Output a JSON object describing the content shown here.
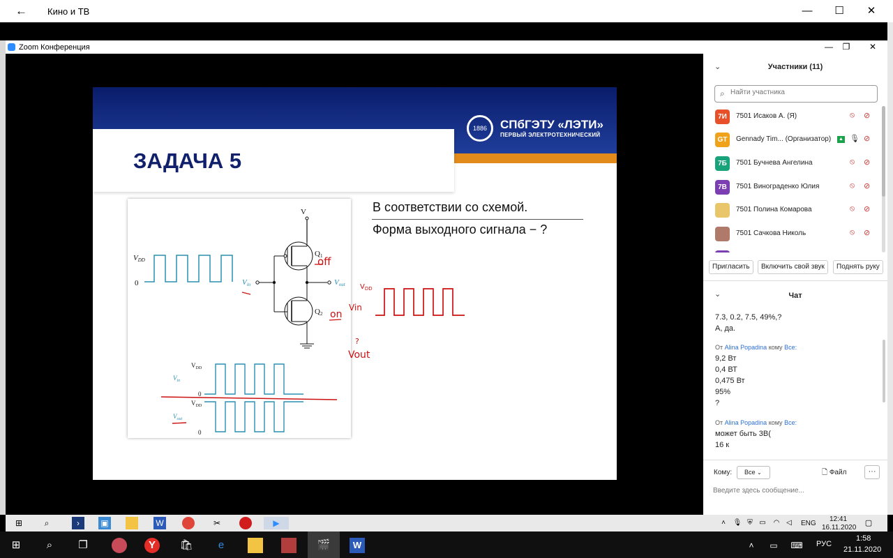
{
  "outer_window": {
    "back_icon": "back-arrow-icon",
    "title": "Кино и ТВ",
    "minimize": "—",
    "maximize": "☐",
    "close": "✕"
  },
  "zoom_window": {
    "title": "Zoom Конференция",
    "minimize": "—",
    "restore": "❐",
    "close": "✕"
  },
  "slide": {
    "title": "ЗАДАЧА 5",
    "logo_year": "1886",
    "logo_name": "СПбГЭТУ «ЛЭТИ»",
    "logo_sub": "ПЕРВЫЙ ЭЛЕКТРОТЕХНИЧЕСКИЙ",
    "task_line1": "В соответствии со схемой.",
    "task_line2": "Форма выходного сигнала − ?",
    "colors": {
      "band": "#1a2f85",
      "title": "#10206a",
      "accent": "#e28a1a",
      "signal": "#2a8fb3",
      "annotation": "#cc1111"
    },
    "circuit": {
      "vdd_top": "V",
      "vdd_sub": "DD",
      "vdd_left": "V",
      "vdd_left_sub": "DD",
      "zero_left": "0",
      "vin": "V",
      "vin_sub": "in",
      "vout": "V",
      "vout_sub": "out",
      "q1": "Q",
      "q1_sub": "1",
      "q2": "Q",
      "q2_sub": "2",
      "vdd_b1": "V",
      "vdd_b1_sub": "DD",
      "vin_b": "V",
      "vin_b_sub": "in",
      "zero_b1": "0",
      "vdd_b2": "V",
      "vdd_b2_sub": "DD",
      "vout_b": "V",
      "vout_b_sub": "out",
      "zero_b2": "0"
    },
    "handwriting": {
      "off": "off",
      "on": "on",
      "vdd_hw": "V",
      "vdd_hw_sub": "DD",
      "vin_hw": "Vin",
      "q_mark": "?",
      "vout_hw": "Vout"
    }
  },
  "participants": {
    "title": "Участники (11)",
    "search_placeholder": "Найти участника",
    "list": [
      {
        "initials": "7И",
        "color": "#e8502a",
        "name": "7501 Исаков А. (Я)"
      },
      {
        "initials": "GT",
        "color": "#f0a21b",
        "name": "Gennady Tim...  (Организатор)"
      },
      {
        "initials": "7Б",
        "color": "#19a37a",
        "name": "7501 Бучнева Ангелина"
      },
      {
        "initials": "7В",
        "color": "#7b3fb3",
        "name": "7501 Винограденко Юлия"
      },
      {
        "initials": "",
        "color": "#e9c66a",
        "name": "7501 Полина Комарова"
      },
      {
        "initials": "",
        "color": "#b07a6a",
        "name": "7501 Сачкова Николь"
      }
    ],
    "buttons": {
      "invite": "Пригласить",
      "unmute": "Включить свой звук",
      "raise_hand": "Поднять руку"
    }
  },
  "chat": {
    "title": "Чат",
    "lines": [
      {
        "kind": "text",
        "text": "7.3, 0.2, 7.5, 49%,?"
      },
      {
        "kind": "text",
        "text": "А, да."
      },
      {
        "kind": "meta",
        "from_label": "От",
        "sender": "Alina Popadina",
        "to_label": "кому",
        "target": "Все:"
      },
      {
        "kind": "text",
        "text": "9,2 Вт"
      },
      {
        "kind": "text",
        "text": "0,4 ВТ"
      },
      {
        "kind": "text",
        "text": "0,475 Вт"
      },
      {
        "kind": "text",
        "text": "95%"
      },
      {
        "kind": "text",
        "text": "?"
      },
      {
        "kind": "meta",
        "from_label": "От",
        "sender": "Alina Popadina",
        "to_label": "кому",
        "target": "Все:"
      },
      {
        "kind": "text",
        "text": "может быть 3В("
      },
      {
        "kind": "text",
        "text": "16 к"
      }
    ],
    "to_label": "Кому:",
    "to_value": "Все",
    "file_label": "Файл",
    "more_label": "···",
    "input_placeholder": "Введите здесь сообщение..."
  },
  "inner_taskbar": {
    "lang": "ENG",
    "time": "12:41",
    "date": "16.11.2020"
  },
  "taskbar": {
    "lang": "РУС",
    "time": "1:58",
    "date": "21.11.2020"
  }
}
